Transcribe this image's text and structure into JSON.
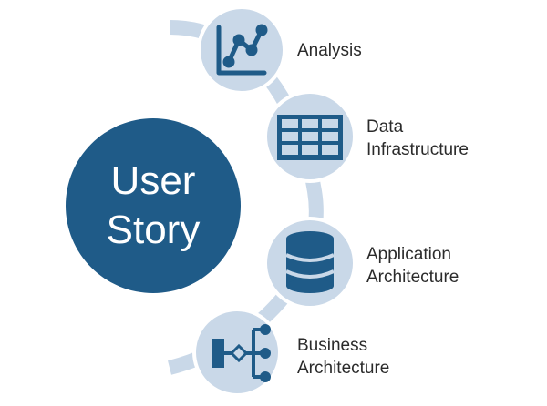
{
  "hub": {
    "line1": "User",
    "line2": "Story"
  },
  "nodes": [
    {
      "icon": "line-chart-icon",
      "lines": [
        "Analysis"
      ]
    },
    {
      "icon": "table-grid-icon",
      "lines": [
        "Data",
        "Infrastructure"
      ]
    },
    {
      "icon": "database-icon",
      "lines": [
        "Application",
        "Architecture"
      ]
    },
    {
      "icon": "process-flow-icon",
      "lines": [
        "Business",
        "Architecture"
      ]
    }
  ],
  "colors": {
    "hub": "#1f5b88",
    "node_fill": "#c9d8e8",
    "node_stroke": "#ffffff",
    "arc": "#c9d8e8",
    "icon": "#1f5b88",
    "text": "#2b2b2b"
  }
}
